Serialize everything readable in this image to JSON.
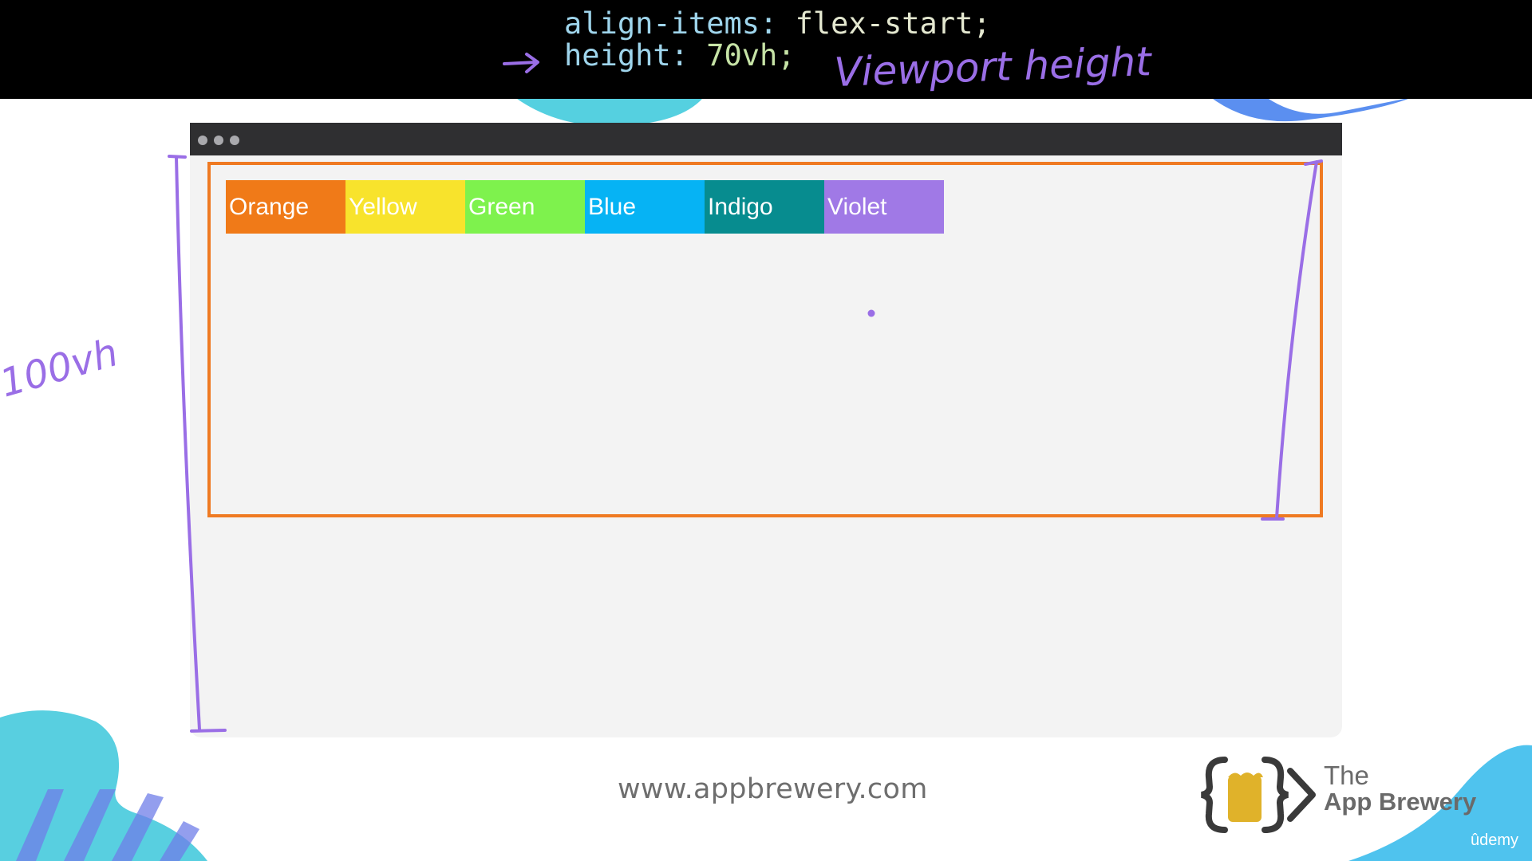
{
  "code": {
    "line1_prop": "align-items: ",
    "line1_value": "flex-start;",
    "line2_prop": "height: ",
    "line2_value": "70vh;"
  },
  "annotations": {
    "arrow": "→",
    "viewport_note": "Viewport height",
    "hundred_vh_note": "100vh"
  },
  "browser": {
    "dot_color": "#a9a9ad",
    "container_border_color": "#ef7a22"
  },
  "flex_items": [
    {
      "label": "Orange",
      "color": "#f07a18"
    },
    {
      "label": "Yellow",
      "color": "#f8e32c"
    },
    {
      "label": "Green",
      "color": "#7ef24d"
    },
    {
      "label": "Blue",
      "color": "#06b3f4"
    },
    {
      "label": "Indigo",
      "color": "#078c8f"
    },
    {
      "label": "Violet",
      "color": "#a079e6"
    }
  ],
  "footer": {
    "url": "www.appbrewery.com",
    "brand_the": "The",
    "brand_name": "App Brewery",
    "platform": "ûdemy"
  },
  "colors": {
    "annotation_purple": "#9a6ee6",
    "accent_cyan": "#4fd3e2",
    "accent_blue": "#4a8cf0"
  }
}
